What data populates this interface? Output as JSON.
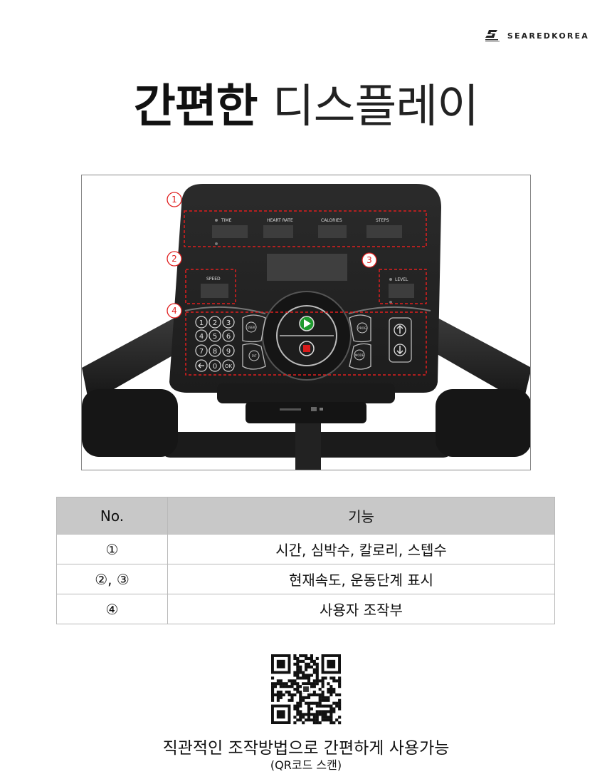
{
  "brand": {
    "name": "SEAREDKOREA",
    "icon": "brand-logo-icon"
  },
  "title": {
    "bold": "간편한",
    "light": "디스플레이"
  },
  "console": {
    "markers": [
      "①",
      "②",
      "③",
      "④"
    ],
    "labels": {
      "time": "TIME",
      "heart_rate": "HEART RATE",
      "calories": "CALORIES",
      "steps": "STEPS",
      "speed": "SPEED",
      "level": "LEVEL",
      "user": "USER",
      "fat": "FAT",
      "prog": "PROG",
      "mode": "MODE",
      "ok": "OK"
    },
    "keypad": [
      "1",
      "2",
      "3",
      "4",
      "5",
      "6",
      "7",
      "8",
      "9",
      "0"
    ]
  },
  "table": {
    "headers": [
      "No.",
      "기능"
    ],
    "rows": [
      [
        "①",
        "시간, 심박수, 칼로리, 스텝수"
      ],
      [
        "②, ③",
        "현재속도, 운동단계 표시"
      ],
      [
        "④",
        "사용자 조작부"
      ]
    ]
  },
  "qr": {
    "icon": "qr-code-icon"
  },
  "caption": "직관적인 조작방법으로 간편하게 사용가능",
  "sub_caption": "(QR코드 스캔)"
}
